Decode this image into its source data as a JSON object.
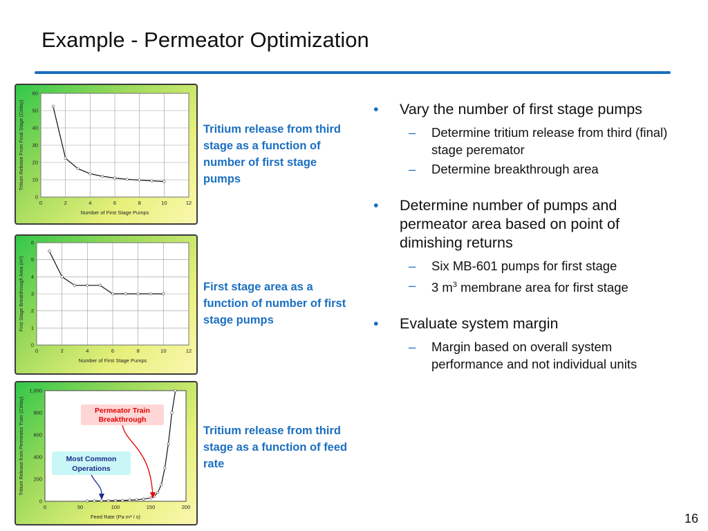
{
  "slide": {
    "title": "Example - Permeator Optimization",
    "page_number": "16",
    "accent_color": "#1a6fc0"
  },
  "captions": {
    "c1": "Tritium release from third stage as a function of number of first stage pumps",
    "c2": "First stage area as a function of number of first stage pumps",
    "c3": "Tritium release from third stage as a function of feed rate"
  },
  "bullets": [
    {
      "text": "Vary the number of first stage pumps",
      "subs": [
        "Determine tritium release from third (final) stage peremator",
        "Determine breakthrough area"
      ]
    },
    {
      "text": "Determine number of pumps and permeator area based on point of dimishing returns",
      "subs": [
        "Six MB-601 pumps for first stage",
        "membrane area for first stage"
      ]
    },
    {
      "text": "Evaluate system margin",
      "subs": [
        "Margin based on overall system performance and not individual units"
      ]
    }
  ],
  "sub_prefix": "3 m",
  "sub_sup": "3",
  "chart_data": [
    {
      "type": "line",
      "xlabel": "Number of First Stage Pumps",
      "ylabel": "Tritium Release From Final Stage (Ci/day)",
      "xlim": [
        0,
        12
      ],
      "ylim": [
        0,
        60
      ],
      "xticks": [
        "0",
        "2",
        "4",
        "6",
        "8",
        "10",
        "12"
      ],
      "yticks": [
        "0",
        "10",
        "20",
        "30",
        "40",
        "50",
        "60"
      ],
      "x": [
        1,
        2,
        3,
        4,
        5,
        6,
        7,
        8,
        9,
        10
      ],
      "y": [
        52.5,
        22.5,
        16.5,
        13.5,
        12,
        11,
        10.3,
        9.8,
        9.4,
        9
      ]
    },
    {
      "type": "line",
      "xlabel": "Number of First Stage Pumps",
      "ylabel": "First Stage Breakthrough Area (m²)",
      "xlim": [
        0,
        12
      ],
      "ylim": [
        0,
        6
      ],
      "xticks": [
        "0",
        "2",
        "4",
        "6",
        "8",
        "10",
        "12"
      ],
      "yticks": [
        "0",
        "1",
        "2",
        "3",
        "4",
        "5",
        "6"
      ],
      "x": [
        1,
        2,
        3,
        4,
        5,
        6,
        7,
        8,
        9,
        10
      ],
      "y": [
        5.5,
        4,
        3.5,
        3.5,
        3.5,
        3,
        3,
        3,
        3,
        3
      ]
    },
    {
      "type": "line",
      "xlabel": "Feed Rate (Pa m³ / s)",
      "ylabel": "Tritium Release from Permeator Train (Ci/day)",
      "xlim": [
        0,
        200
      ],
      "ylim": [
        0,
        1000
      ],
      "xticks": [
        "0",
        "50",
        "100",
        "150",
        "200"
      ],
      "yticks": [
        "0",
        "200",
        "400",
        "600",
        "800",
        "1,000"
      ],
      "x": [
        60,
        70,
        80,
        90,
        100,
        110,
        120,
        130,
        140,
        150,
        155,
        160,
        165,
        170,
        175,
        180,
        185
      ],
      "y": [
        2,
        3,
        4,
        5,
        6,
        8,
        10,
        14,
        20,
        30,
        45,
        80,
        150,
        300,
        520,
        800,
        1000
      ],
      "annotations": [
        "Permeator Train Breakthrough",
        "Most Common Operations"
      ]
    }
  ]
}
